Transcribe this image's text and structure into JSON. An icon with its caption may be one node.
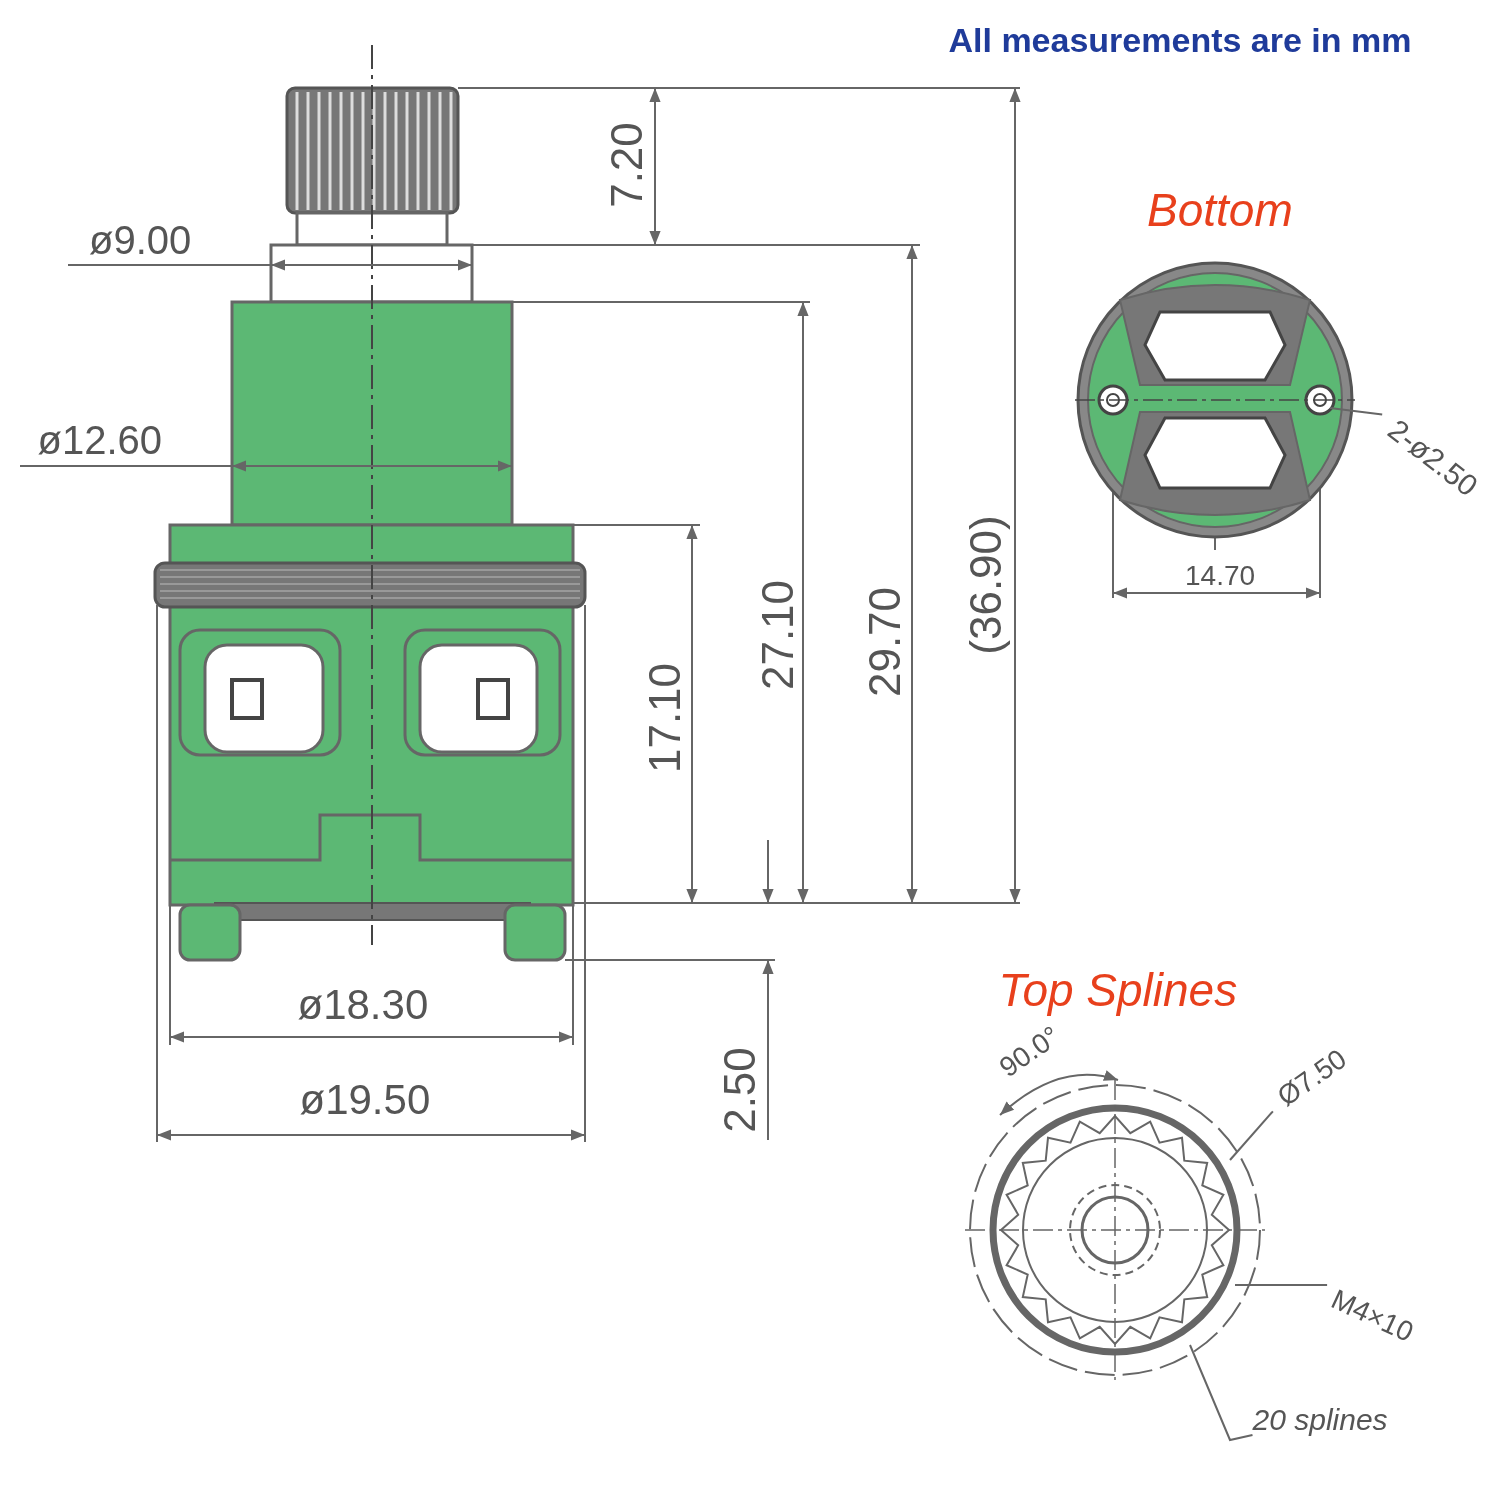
{
  "diagram": {
    "title": "All measurements are in mm",
    "nodes": [
      {
        "text": [
          "2-ø2.50"
        ]
      },
      {
        "text": [
          "Ø7.50"
        ]
      },
      {
        "text": [
          "M4×10"
        ]
      },
      {
        "text": [
          "20 splines"
        ]
      }
    ],
    "edges": [
      {
        "from": 0,
        "to": null,
        "arrow": "none"
      },
      {
        "from": 1,
        "to": null,
        "arrow": "none"
      },
      {
        "from": 2,
        "to": null,
        "arrow": "none"
      },
      {
        "from": 3,
        "to": null,
        "arrow": "none"
      }
    ],
    "labels": [
      "ø9.00",
      "7.20",
      "ø12.60",
      "17.10",
      "27.10",
      "29.70",
      "(36.90)",
      "2.50",
      "ø18.30",
      "ø19.50",
      "Bottom",
      "14.70",
      "Top Splines",
      "90.0°"
    ]
  }
}
